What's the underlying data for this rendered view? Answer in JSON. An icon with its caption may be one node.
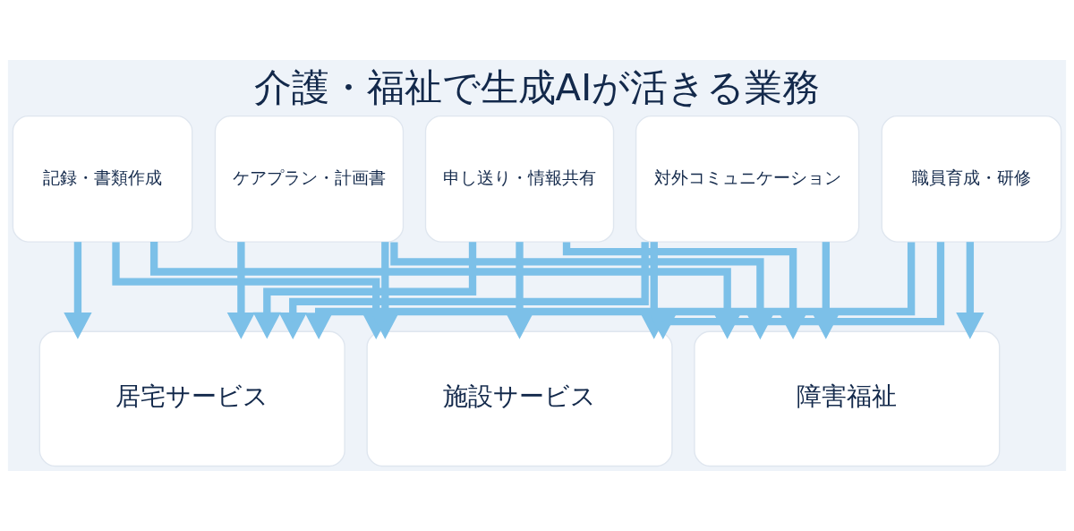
{
  "diagram": {
    "title": "介護・福祉で生成AIが活きる業務",
    "nodes": [
      {
        "text": [
          "記録・書類作成"
        ]
      },
      {
        "text": [
          "ケアプラン・計画書"
        ]
      },
      {
        "text": [
          "申し送り・情報共有"
        ]
      },
      {
        "text": [
          "対外コミュニケーション"
        ]
      },
      {
        "text": [
          "職員育成・研修"
        ]
      },
      {
        "text": [
          "居宅サービス"
        ]
      },
      {
        "text": [
          "施設サービス"
        ]
      },
      {
        "text": [
          "障害福祉"
        ]
      }
    ],
    "edges": [
      {
        "from": 0,
        "to": 5,
        "arrow": "to"
      },
      {
        "from": 0,
        "to": 6,
        "arrow": "to"
      },
      {
        "from": 0,
        "to": 7,
        "arrow": "to"
      },
      {
        "from": 1,
        "to": 5,
        "arrow": "to"
      },
      {
        "from": 1,
        "to": 6,
        "arrow": "to"
      },
      {
        "from": 1,
        "to": 7,
        "arrow": "to"
      },
      {
        "from": 2,
        "to": 5,
        "arrow": "to"
      },
      {
        "from": 2,
        "to": 6,
        "arrow": "to"
      },
      {
        "from": 2,
        "to": 7,
        "arrow": "to"
      },
      {
        "from": 3,
        "to": 5,
        "arrow": "to"
      },
      {
        "from": 3,
        "to": 6,
        "arrow": "to"
      },
      {
        "from": 3,
        "to": 7,
        "arrow": "to"
      },
      {
        "from": 4,
        "to": 5,
        "arrow": "to"
      },
      {
        "from": 4,
        "to": 6,
        "arrow": "to"
      },
      {
        "from": 4,
        "to": 7,
        "arrow": "to"
      }
    ]
  }
}
